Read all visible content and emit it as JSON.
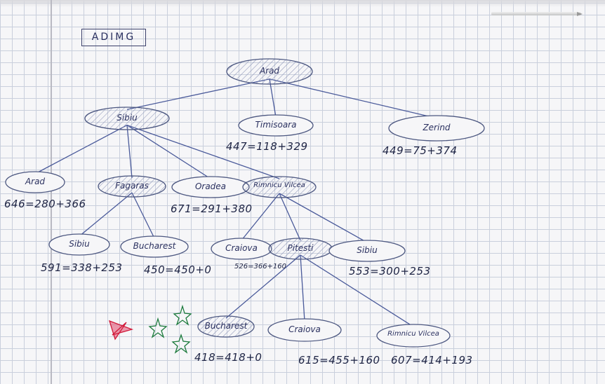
{
  "title": "ADIMG",
  "colors": {
    "ink": "#1e2444",
    "line": "#4a5a9a",
    "node_stroke": "#4c5780",
    "red_mark": "#d11a3a",
    "green_star": "#1c7a3c"
  },
  "nodes": [
    {
      "id": "n-arad-root",
      "label": "Arad",
      "shaded": true
    },
    {
      "id": "n-sibiu",
      "label": "Sibiu",
      "shaded": true
    },
    {
      "id": "n-timisoara",
      "label": "Timisoara",
      "shaded": false
    },
    {
      "id": "n-zerind",
      "label": "Zerind",
      "shaded": false
    },
    {
      "id": "n-arad-2",
      "label": "Arad",
      "shaded": false
    },
    {
      "id": "n-fagaras",
      "label": "Fagaras",
      "shaded": true
    },
    {
      "id": "n-oradea",
      "label": "Oradea",
      "shaded": false
    },
    {
      "id": "n-rimnicu-vilcea",
      "label": "Rimnicu Vilcea",
      "shaded": true
    },
    {
      "id": "n-sibiu-2",
      "label": "Sibiu",
      "shaded": false
    },
    {
      "id": "n-bucharest",
      "label": "Bucharest",
      "shaded": false
    },
    {
      "id": "n-craiova",
      "label": "Craiova",
      "shaded": false
    },
    {
      "id": "n-pitesti",
      "label": "Pitesti",
      "shaded": true
    },
    {
      "id": "n-sibiu-3",
      "label": "Sibiu",
      "shaded": false
    },
    {
      "id": "n-bucharest-2",
      "label": "Bucharest",
      "shaded": true
    },
    {
      "id": "n-craiova-2",
      "label": "Craiova",
      "shaded": false
    },
    {
      "id": "n-rimnicu-vilcea-2",
      "label": "Rimnicu Vilcea",
      "shaded": false
    }
  ],
  "edges": [
    [
      "n-arad-root",
      "n-sibiu"
    ],
    [
      "n-arad-root",
      "n-timisoara"
    ],
    [
      "n-arad-root",
      "n-zerind"
    ],
    [
      "n-sibiu",
      "n-arad-2"
    ],
    [
      "n-sibiu",
      "n-fagaras"
    ],
    [
      "n-sibiu",
      "n-oradea"
    ],
    [
      "n-sibiu",
      "n-rimnicu-vilcea"
    ],
    [
      "n-fagaras",
      "n-sibiu-2"
    ],
    [
      "n-fagaras",
      "n-bucharest"
    ],
    [
      "n-rimnicu-vilcea",
      "n-craiova"
    ],
    [
      "n-rimnicu-vilcea",
      "n-pitesti"
    ],
    [
      "n-rimnicu-vilcea",
      "n-sibiu-3"
    ],
    [
      "n-pitesti",
      "n-bucharest-2"
    ],
    [
      "n-pitesti",
      "n-craiova-2"
    ],
    [
      "n-pitesti",
      "n-rimnicu-vilcea-2"
    ]
  ],
  "evaluations": [
    {
      "id": "e-timisoara",
      "text": "447=118+329"
    },
    {
      "id": "e-zerind",
      "text": "449=75+374"
    },
    {
      "id": "e-arad-2",
      "text": "646=280+366"
    },
    {
      "id": "e-oradea",
      "text": "671=291+380"
    },
    {
      "id": "e-sibiu-2",
      "text": "591=338+253"
    },
    {
      "id": "e-bucharest",
      "text": "450=450+0"
    },
    {
      "id": "e-craiova",
      "text": "526=366+160"
    },
    {
      "id": "e-sibiu-3",
      "text": "553=300+253"
    },
    {
      "id": "e-bucharest-2",
      "text": "418=418+0"
    },
    {
      "id": "e-craiova-2",
      "text": "615=455+160"
    },
    {
      "id": "e-rimnicu-vilcea-2",
      "text": "607=414+193"
    }
  ]
}
